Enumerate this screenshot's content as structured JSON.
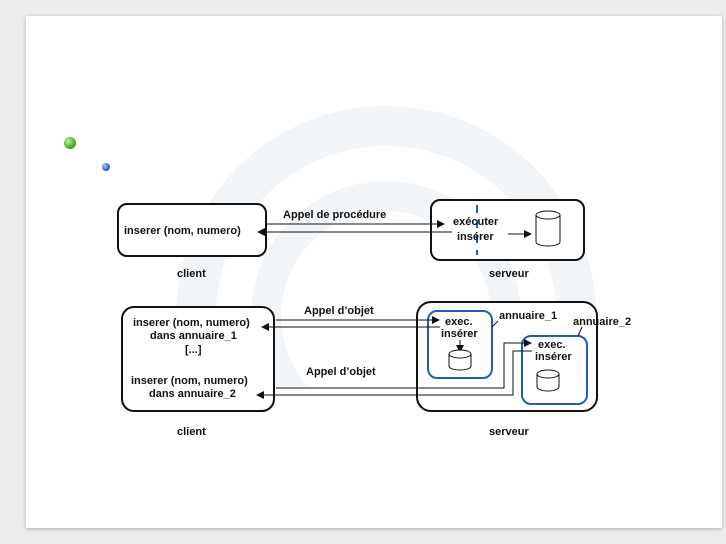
{
  "diagram": {
    "rpc": {
      "client_call": "inserer (nom, numero)",
      "arrow_label": "Appel de procédure",
      "server_line1": "exécuter",
      "server_line2": "insérer",
      "client_caption": "client",
      "server_caption": "serveur"
    },
    "objects": {
      "client_line1": "inserer (nom, numero)",
      "client_line2": "dans annuaire_1",
      "client_line3": "[...]",
      "client_line4": "inserer (nom, numero)",
      "client_line5": "dans annuaire_2",
      "arrow_label_1": "Appel d’objet",
      "arrow_label_2": "Appel d’objet",
      "obj1_line1": "exec.",
      "obj1_line2": "insérer",
      "obj1_name": "annuaire_1",
      "obj2_line1": "exec.",
      "obj2_line2": "insérer",
      "obj2_name": "annuaire_2",
      "client_caption": "client",
      "server_caption": "serveur"
    },
    "colors": {
      "accent_blue": "#1f5fb4",
      "bullet_green": "#3fae24",
      "bullet_blue": "#2a63d4"
    }
  }
}
